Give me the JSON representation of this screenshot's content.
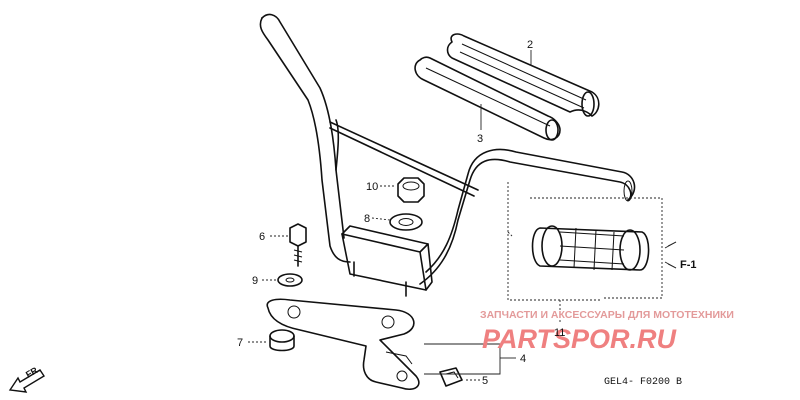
{
  "diagram": {
    "callouts": [
      {
        "id": "c2",
        "label": "2"
      },
      {
        "id": "c3",
        "label": "3"
      },
      {
        "id": "c10",
        "label": "10"
      },
      {
        "id": "c8",
        "label": "8"
      },
      {
        "id": "c6",
        "label": "6"
      },
      {
        "id": "c9",
        "label": "9"
      },
      {
        "id": "c7",
        "label": "7"
      },
      {
        "id": "c11",
        "label": "11"
      },
      {
        "id": "c4",
        "label": "4"
      },
      {
        "id": "c5",
        "label": "5"
      },
      {
        "id": "cF1",
        "label": "F-1"
      }
    ],
    "direction_label": "FR.",
    "diagram_code": "GEL4- F0200 B"
  },
  "watermark": {
    "tagline": "ЗАПЧАСТИ И АКСЕССУАРЫ ДЛЯ МОТОТЕХНИКИ",
    "brand": "PARTSPOR.RU"
  },
  "colors": {
    "line": "#111111",
    "watermark": "#ef8080"
  }
}
